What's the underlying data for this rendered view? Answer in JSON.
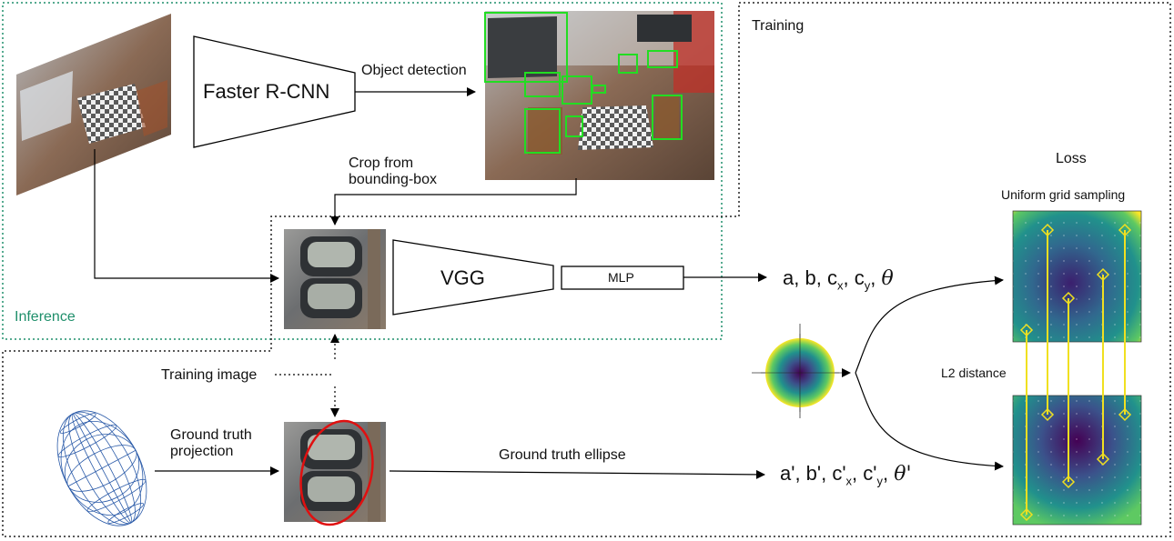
{
  "regions": {
    "training_label": "Training",
    "inference_label": "Inference"
  },
  "blocks": {
    "faster_rcnn": "Faster R-CNN",
    "vgg": "VGG",
    "mlp": "MLP"
  },
  "edges": {
    "object_detection": "Object detection",
    "crop_line1": "Crop from",
    "crop_line2": "bounding-box",
    "training_image": "Training image",
    "gt_projection_line1": "Ground truth",
    "gt_projection_line2": "projection",
    "gt_ellipse": "Ground truth ellipse"
  },
  "outputs": {
    "predicted": {
      "a": "a",
      "b": "b",
      "cx": "c",
      "cx_sub": "x",
      "cy": "c",
      "cy_sub": "y",
      "theta": "θ"
    },
    "ground_truth": {
      "a": "a'",
      "b": "b'",
      "cx": "c'",
      "cx_sub": "x",
      "cy": "c'",
      "cy_sub": "y",
      "theta": "θ'"
    }
  },
  "loss": {
    "title": "Loss",
    "sampling": "Uniform grid sampling",
    "distance": "L2 distance"
  },
  "colors": {
    "green_region": "#1f8f6b",
    "detection_box": "#22dd22",
    "gt_ellipse": "#e01010",
    "connector": "#f0e020",
    "heat_dark": "#440154",
    "heat_mid": "#21918c",
    "heat_light": "#fde725"
  }
}
